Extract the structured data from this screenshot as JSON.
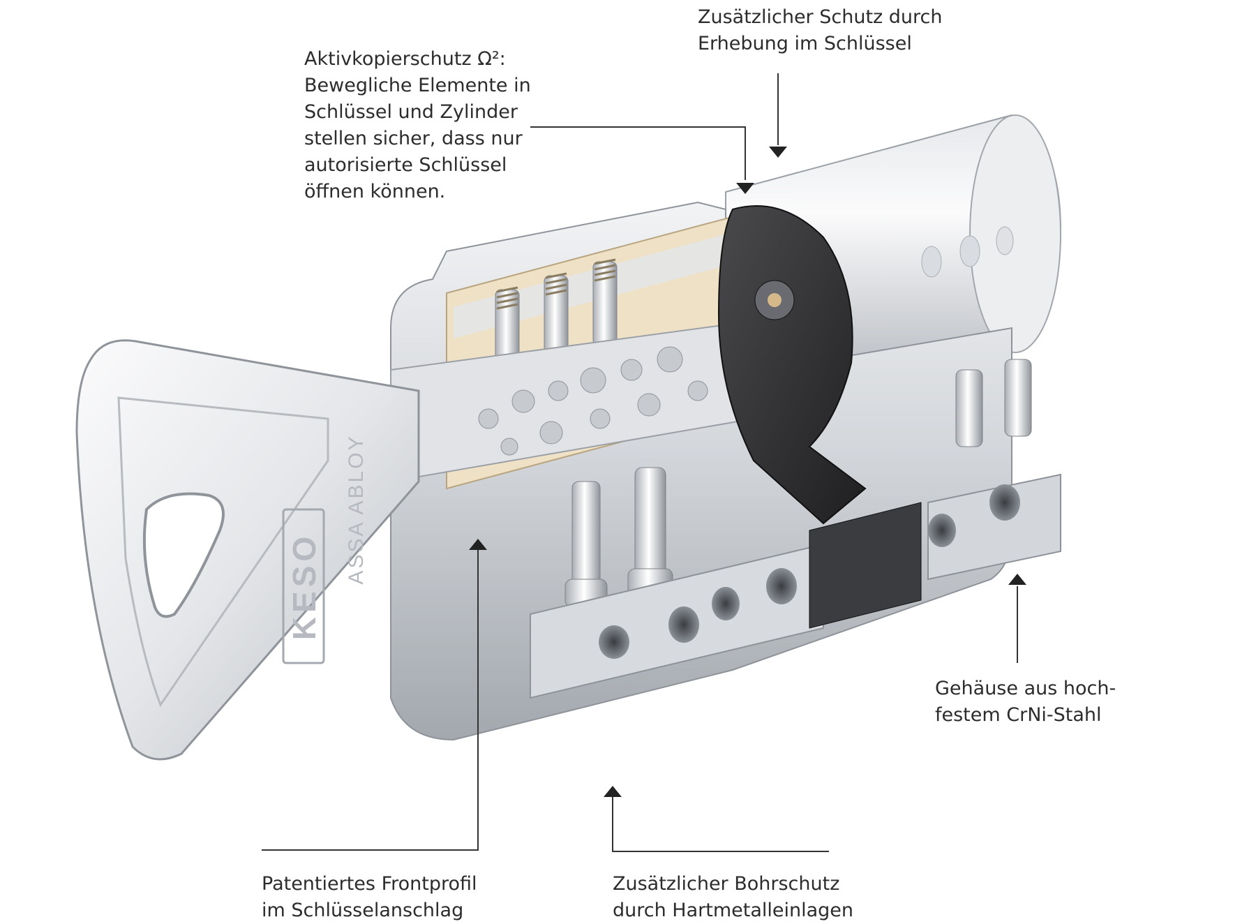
{
  "callouts": {
    "copy_protection": {
      "lines": [
        "Aktivkopierschutz Ω²:",
        "Bewegliche Elemente in",
        "Schlüssel und Zylinder",
        "stellen sicher, dass nur",
        "autorisierte Schlüssel",
        "öffnen können."
      ]
    },
    "key_elevation": {
      "lines": [
        "Zusätzlicher Schutz durch",
        "Erhebung im Schlüssel"
      ]
    },
    "housing": {
      "lines": [
        "Gehäuse aus hoch-",
        "festem CrNi-Stahl"
      ]
    },
    "front_profile": {
      "lines": [
        "Patentiertes Frontprofil",
        "im Schlüsselanschlag"
      ]
    },
    "drill_protection": {
      "lines": [
        "Zusätzlicher Bohrschutz",
        "durch Hartmetalleinlagen"
      ]
    }
  },
  "key_marks": {
    "brand": "KESO",
    "maker": "ASSA ABLOY"
  },
  "colors": {
    "text": "#2c2c2c",
    "leader_line": "#333333",
    "metal_light": "#f4f5f7",
    "metal_mid": "#c9ccd1",
    "metal_dark": "#8e939a",
    "cam_black": "#2b2b2d",
    "brass_inner": "#efe1c6"
  }
}
